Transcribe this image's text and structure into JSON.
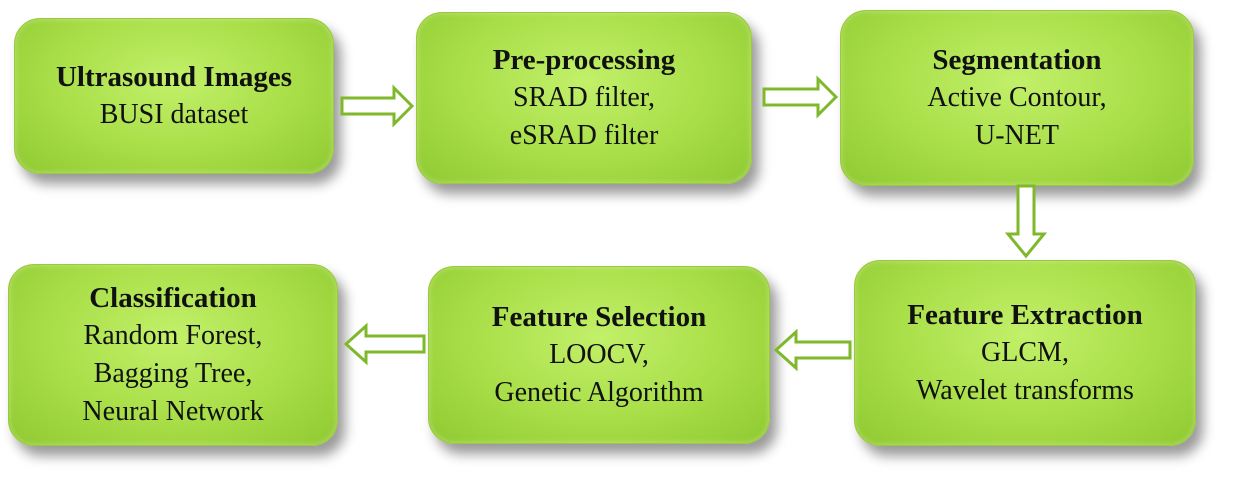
{
  "nodes": [
    {
      "id": "ultrasound",
      "title": "Ultrasound Images",
      "lines": [
        "BUSI dataset"
      ]
    },
    {
      "id": "preprocessing",
      "title": "Pre-processing",
      "lines": [
        "SRAD filter,",
        "eSRAD filter"
      ]
    },
    {
      "id": "segmentation",
      "title": "Segmentation",
      "lines": [
        "Active Contour,",
        "U-NET"
      ]
    },
    {
      "id": "feature-extraction",
      "title": "Feature Extraction",
      "lines": [
        "GLCM,",
        "Wavelet transforms"
      ]
    },
    {
      "id": "feature-selection",
      "title": "Feature Selection",
      "lines": [
        "LOOCV,",
        "Genetic Algorithm"
      ]
    },
    {
      "id": "classification",
      "title": "Classification",
      "lines": [
        "Random Forest,",
        "Bagging Tree,",
        "Neural Network"
      ]
    }
  ],
  "colors": {
    "box_fill": "#a8de47",
    "arrow_outline": "#7fb82b",
    "arrow_fill": "#ffffff"
  }
}
